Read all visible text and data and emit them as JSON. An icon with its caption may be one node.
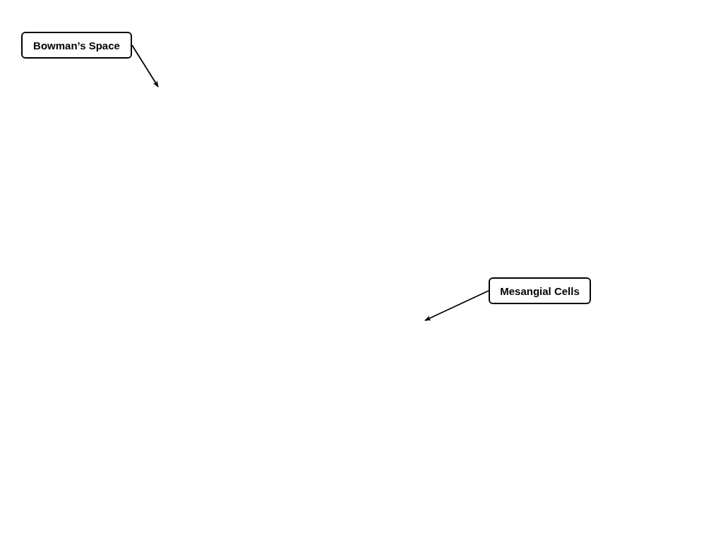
{
  "diagram": {
    "nodes": [
      {
        "text": [
          "Bowman’s Space"
        ]
      },
      {
        "text": [
          "Mesangial Cells"
        ]
      }
    ],
    "edges": [
      {
        "from": 0,
        "to": null,
        "arrow": "to"
      },
      {
        "from": 1,
        "to": null,
        "arrow": "to"
      }
    ]
  }
}
